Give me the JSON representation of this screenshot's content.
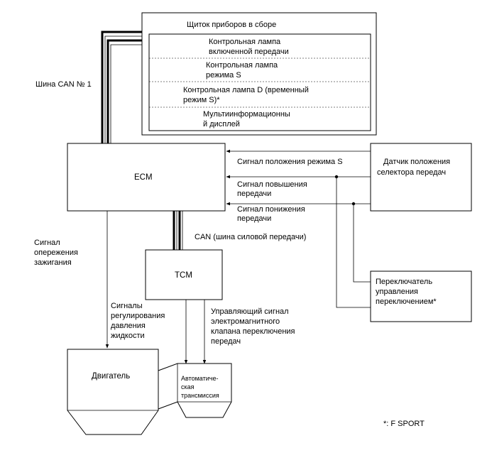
{
  "cluster": {
    "title": "Щиток приборов в сборе",
    "item1": [
      "Контрольная лампа",
      "включенной передачи"
    ],
    "item2": [
      "Контрольная лампа",
      "режима S"
    ],
    "item3": [
      "Контрольная лампа D (временный",
      "режим S)*"
    ],
    "item4": [
      "Мультиинформационны",
      "й дисплей"
    ]
  },
  "bus_can1": "Шина CAN № 1",
  "ecm": "ECM",
  "sensor": [
    "Датчик положения",
    "селектора передач"
  ],
  "signals": {
    "s_mode": "Сигнал положения режима S",
    "upshift": [
      "Сигнал повышения",
      "передачи"
    ],
    "downshift": [
      "Сигнал понижения",
      "передачи"
    ],
    "ignition": [
      "Сигнал",
      "опережения",
      "зажигания"
    ],
    "can_powertrain": "CAN (шина силовой передачи)",
    "pressure": [
      "Сигналы",
      "регулирования",
      "давления",
      "жидкости"
    ],
    "solenoid": [
      "Управляющий сигнал",
      "электромагнитного",
      "клапана переключения",
      "передач"
    ]
  },
  "tcm": "TCM",
  "shift_switch": [
    "Переключатель",
    "управления",
    "переключением*"
  ],
  "engine": "Двигатель",
  "transmission": [
    "Автоматиче-",
    "ская",
    "трансмиссия"
  ],
  "footnote": "*: F SPORT"
}
